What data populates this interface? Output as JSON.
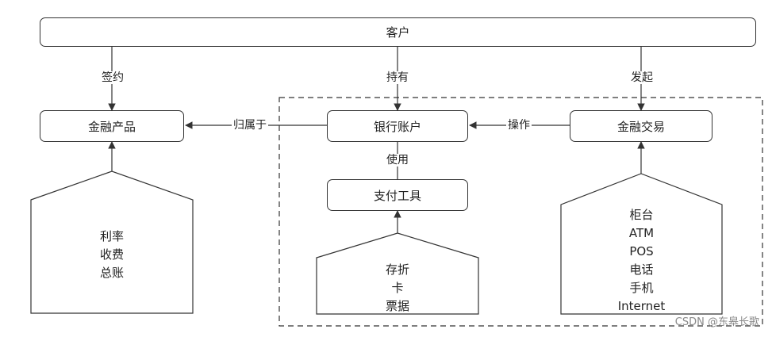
{
  "nodes": {
    "customer": "客户",
    "financial_product": "金融产品",
    "bank_account": "银行账户",
    "financial_transaction": "金融交易",
    "payment_tool": "支付工具"
  },
  "edges": {
    "sign": "签约",
    "hold": "持有",
    "initiate": "发起",
    "belongs_to": "归属于",
    "operate": "操作",
    "use": "使用"
  },
  "houses": {
    "product_attrs": [
      "利率",
      "收费",
      "总账"
    ],
    "tool_types": [
      "存折",
      "卡",
      "票据"
    ],
    "channels": [
      "柜台",
      "ATM",
      "POS",
      "电话",
      "手机",
      "Internet"
    ]
  },
  "watermark": "CSDN @东皋长歌"
}
